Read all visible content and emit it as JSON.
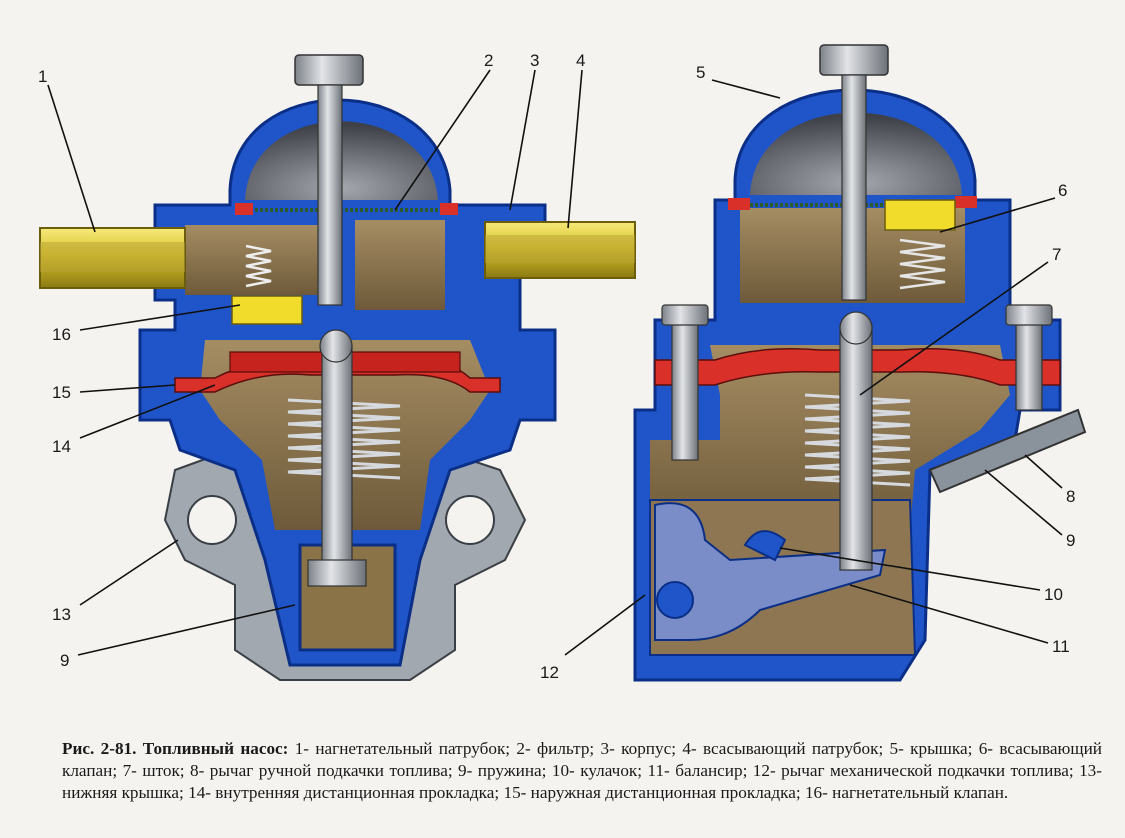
{
  "figure": {
    "callouts": {
      "n1": "1",
      "n2": "2",
      "n3": "3",
      "n4": "4",
      "n5": "5",
      "n6": "6",
      "n7": "7",
      "n8": "8",
      "n9a": "9",
      "n9b": "9",
      "n10": "10",
      "n11": "11",
      "n12": "12",
      "n13": "13",
      "n14": "14",
      "n15": "15",
      "n16": "16"
    },
    "colors": {
      "housing_blue": "#1f55c9",
      "housing_dark_blue": "#0b2f87",
      "interior_brown": "#8d7651",
      "dome_grey": "#5c5f66",
      "tube_yellow": "#e8d53a",
      "gasket_red": "#d9302a",
      "valve_yellow": "#f2dc2b",
      "steel_grey": "#b5b8bd",
      "base_grey": "#9aa0a8"
    }
  },
  "caption": {
    "lead": "Рис. 2-81. Топливный насос:",
    "text": " 1- нагнетательный патрубок; 2- фильтр; 3- корпус; 4- всасывающий патрубок; 5- крышка; 6- всасывающий клапан; 7- шток; 8- рычаг ручной подкачки топлива; 9- пружина; 10- кулачок; 11- балансир; 12- рычаг механической подкачки топлива; 13- нижняя крышка; 14- внутренняя дистанционная прокладка; 15- наружная дистанционная прокладка; 16- нагнетательный клапан."
  }
}
